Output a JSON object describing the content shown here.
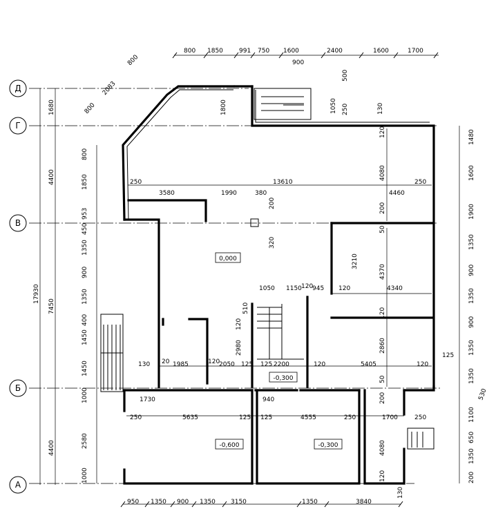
{
  "axes": [
    {
      "id": "a-d",
      "label": "Д"
    },
    {
      "id": "a-g",
      "label": "Г"
    },
    {
      "id": "a-v",
      "label": "В"
    },
    {
      "id": "a-b",
      "label": "Б"
    },
    {
      "id": "a-a",
      "label": "А"
    }
  ],
  "dims_top": [
    "800",
    "1850",
    "991",
    "750",
    "1600",
    "2400",
    "1600",
    "1700"
  ],
  "dims_top2": [
    "900",
    "500",
    "1050",
    "250",
    "130"
  ],
  "dims_bay": [
    "800",
    "2083",
    "800"
  ],
  "dims_left_total": "17930",
  "dims_left_axes": [
    "1680",
    "4400",
    "7450",
    "4400"
  ],
  "dims_left_detail": [
    "800",
    "1850",
    "953",
    "450",
    "1350",
    "900",
    "1350",
    "400",
    "1450",
    "1450",
    "1000",
    "2580",
    "1000"
  ],
  "dims_right": [
    "1480",
    "1600",
    "1900",
    "1350",
    "900",
    "1350",
    "900",
    "1350",
    "1350",
    "530",
    "1100",
    "650",
    "1350",
    "200"
  ],
  "dims_bottom": [
    "950",
    "1350",
    "900",
    "1350",
    "3150",
    "1350",
    "3840"
  ],
  "dims_interior": {
    "d_250a": "250",
    "d_3580": "3580",
    "d_1990": "1990",
    "d_380": "380",
    "d_13610": "13610",
    "d_250b": "250",
    "d_4460": "4460",
    "d_200a": "200",
    "d_320": "320",
    "d_1800": "1800",
    "d_4080a": "4080",
    "d_120a": "120",
    "d_200b": "200",
    "d_50a": "50",
    "d_3210": "3210",
    "d_4370": "4370",
    "d_120b": "120",
    "d_4340": "4340",
    "d_1050": "1050",
    "d_1150": "1150",
    "d_120c": "120",
    "d_945": "945",
    "d_510": "510",
    "d_120d": "120",
    "d_120e": "120",
    "d_2980": "2980",
    "d_2860": "2860",
    "d_130": "130",
    "d_20": "20",
    "d_1985": "1985",
    "d_120f": "120",
    "d_2050": "2050",
    "d_125a": "125",
    "d_125b": "125",
    "d_2200": "2200",
    "d_120g": "120",
    "d_5405": "5405",
    "d_120h": "120",
    "d_125c": "125",
    "d_50b": "50",
    "d_1730": "1730",
    "d_940": "940",
    "d_200c": "200",
    "d_250c": "250",
    "d_5635": "5635",
    "d_125d": "125",
    "d_125e": "125",
    "d_4555": "4555",
    "d_250d": "250",
    "d_1700": "1700",
    "d_250e": "250",
    "d_4080b": "4080",
    "d_120i": "120",
    "d_130b": "130"
  },
  "levels": {
    "main": "0,000",
    "landing": "-0,300",
    "room_left": "-0,600",
    "room_right": "-0,300"
  }
}
